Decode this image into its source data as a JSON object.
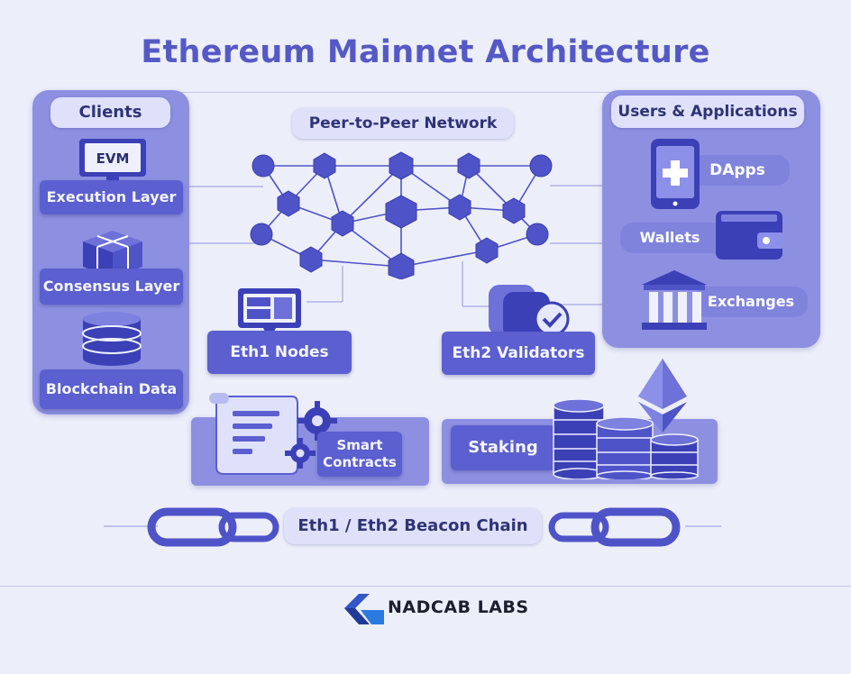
{
  "title": "Ethereum Mainnet Architecture",
  "clients": {
    "header": "Clients",
    "evm_label": "EVM",
    "execution_layer": "Execution Layer",
    "consensus_layer": "Consensus Layer",
    "blockchain_data": "Blockchain Data"
  },
  "network": {
    "label": "Peer-to-Peer Network",
    "eth1_nodes": "Eth1 Nodes",
    "eth2_validators": "Eth2 Validators"
  },
  "users": {
    "header": "Users & Applications",
    "dapps": "DApps",
    "wallets": "Wallets",
    "exchanges": "Exchanges"
  },
  "smart_contracts": {
    "line1": "Smart",
    "line2": "Contracts"
  },
  "staking": "Staking",
  "beacon_chain": "Eth1 / Eth2 Beacon Chain",
  "brand": "NADCAB LABS",
  "icons": [
    "monitor-icon",
    "cube-icon",
    "database-icon",
    "screen-icon",
    "validator-check-icon",
    "phone-icon",
    "wallet-icon",
    "bank-icon",
    "scroll-icon",
    "gear-icon",
    "coin-stack-icon",
    "ethereum-icon",
    "chain-link-icon",
    "nadcab-logo-icon"
  ],
  "colors": {
    "primary": "#5b5fcf",
    "panel": "#8d90e1",
    "background": "#eceefa",
    "pill": "#dfe1fb"
  }
}
